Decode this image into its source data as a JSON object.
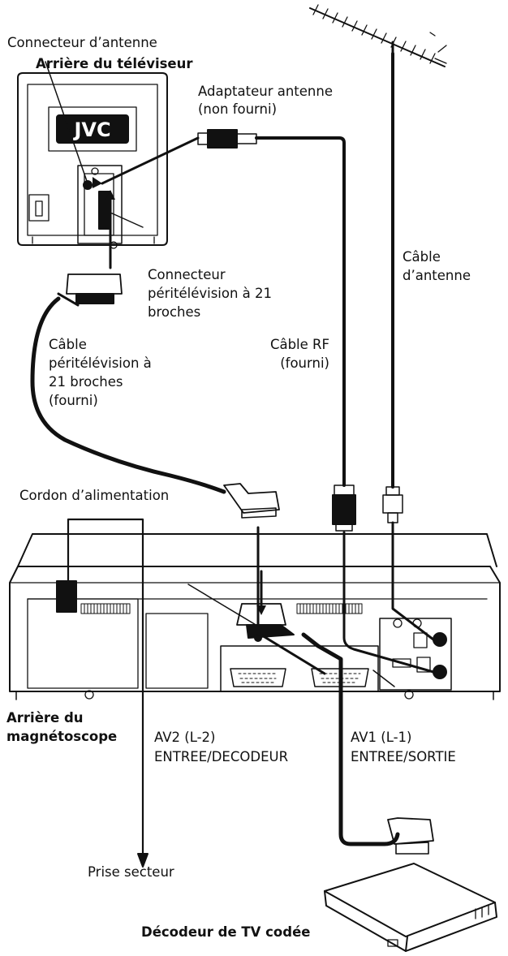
{
  "labels": {
    "antenna_connector": "Connecteur d’antenne",
    "tv_rear": "Arrière du téléviseur",
    "antenna_adapter_line1": "Adaptateur antenne",
    "antenna_adapter_line2": "(non fourni)",
    "antenna_cable_line1": "Câble",
    "antenna_cable_line2": "d’antenne",
    "scart_connector_line1": "Connecteur",
    "scart_connector_line2": "péritélévision à 21",
    "scart_connector_line3": "broches",
    "scart_cable_line1": "Câble",
    "scart_cable_line2": "péritélévision à",
    "scart_cable_line3": "21 broches",
    "scart_cable_line4": "(fourni)",
    "rf_cable_line1": "Câble RF",
    "rf_cable_line2": "(fourni)",
    "power_cord": "Cordon d’alimentation",
    "vcr_rear_line1": "Arrière du",
    "vcr_rear_line2": "magnétoscope",
    "av2_line1": "AV2 (L-2)",
    "av2_line2": "ENTREE/DECODEUR",
    "av1_line1": "AV1 (L-1)",
    "av1_line2": "ENTREE/SORTIE",
    "mains_outlet": "Prise secteur",
    "decoder": "Décodeur de TV codée"
  },
  "tv_brand": "JVC",
  "colors": {
    "line": "#111111",
    "background": "#ffffff"
  }
}
